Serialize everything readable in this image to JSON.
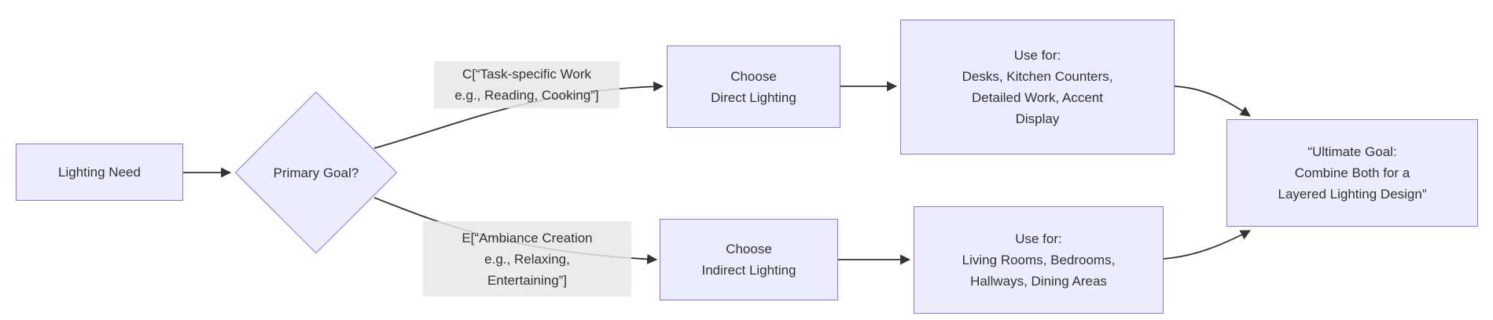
{
  "diagram": {
    "type": "flowchart-left-to-right",
    "background": "#ffffff",
    "node_fill": "#ececff",
    "node_border": "#9370db",
    "edge_color": "#333333",
    "edge_label_bg": "#e8e8e8",
    "text_color": "#333333"
  },
  "nodes": {
    "lighting_need": {
      "label": [
        "Lighting Need"
      ]
    },
    "primary_goal": {
      "label": [
        "Primary Goal?"
      ]
    },
    "choose_direct": {
      "label": [
        "Choose",
        "Direct Lighting"
      ]
    },
    "use_for_direct": {
      "label": [
        "Use for:",
        "Desks, Kitchen Counters,",
        "Detailed Work, Accent",
        "Display"
      ]
    },
    "choose_indirect": {
      "label": [
        "Choose",
        "Indirect Lighting"
      ]
    },
    "use_for_indirect": {
      "label": [
        "Use for:",
        "Living Rooms, Bedrooms,",
        "Hallways, Dining Areas"
      ]
    },
    "ultimate_goal": {
      "label": [
        "“Ultimate Goal:",
        "Combine Both for a",
        "Layered Lighting Design”"
      ]
    }
  },
  "edge_labels": {
    "task_specific": {
      "label": [
        "C[“Task-specific Work",
        "e.g., Reading, Cooking”]"
      ]
    },
    "ambiance": {
      "label": [
        "E[“Ambiance Creation",
        "e.g., Relaxing,",
        "Entertaining”]"
      ]
    }
  }
}
